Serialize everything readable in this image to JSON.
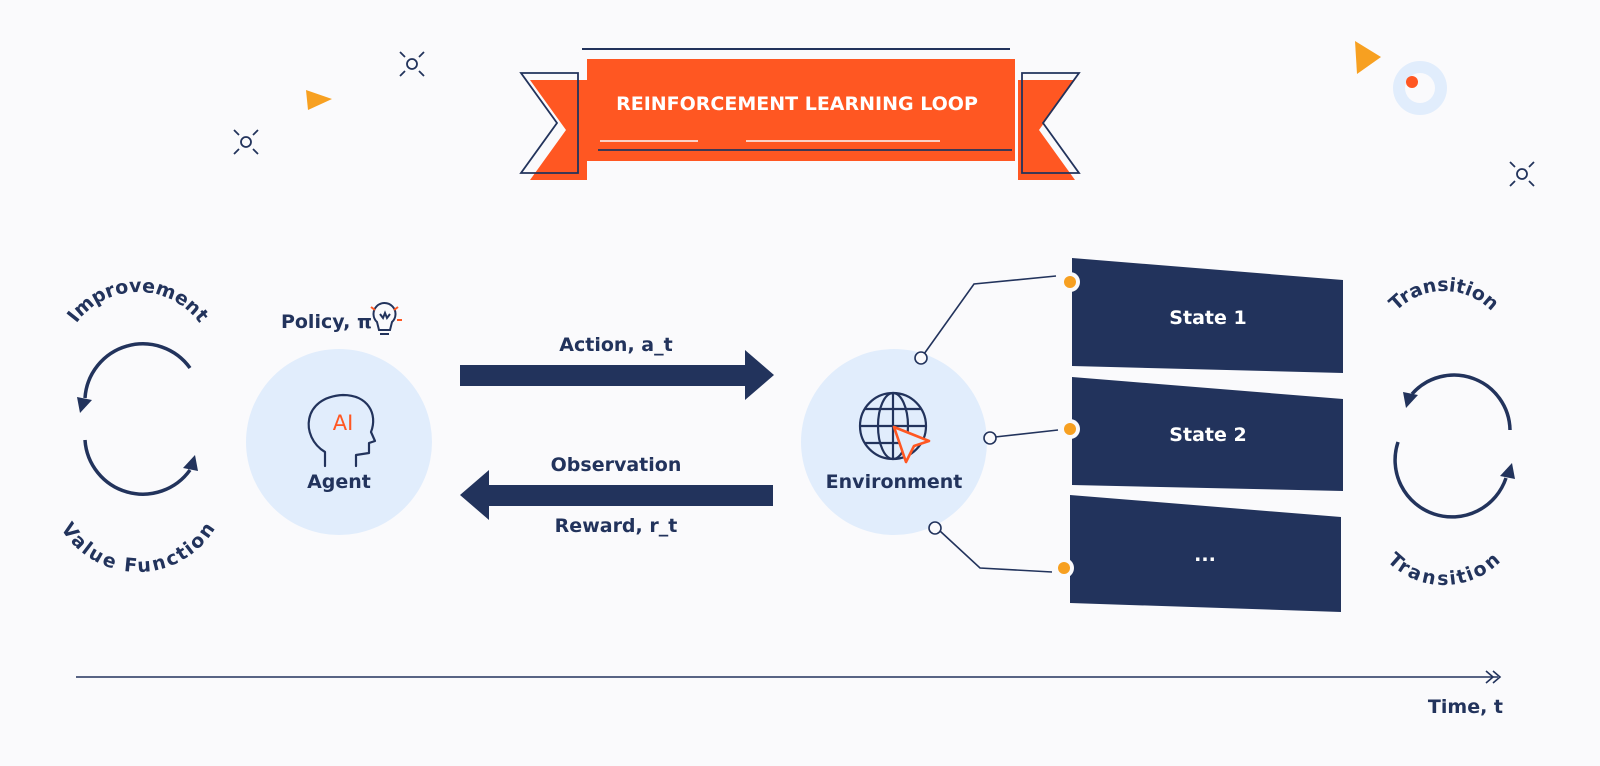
{
  "title": "REINFORCEMENT LEARNING LOOP",
  "policy_label": "Policy, π",
  "agent": {
    "icon_text": "AI",
    "label": "Agent"
  },
  "environment": {
    "label": "Environment"
  },
  "action_label": "Action, a_t",
  "observation_label": "Observation",
  "reward_label": "Reward, r_t",
  "states": [
    "State 1",
    "State 2",
    "..."
  ],
  "left_cycle": {
    "top": "Improvement",
    "bottom": "Value Function"
  },
  "right_cycle": {
    "top": "Transition",
    "bottom": "Transition"
  },
  "time_label": "Time, t",
  "colors": {
    "navy": "#22335c",
    "orange": "#ff5722",
    "accent_orange": "#f7a021",
    "light_blue": "#e1edfc",
    "background": "#fafafc"
  }
}
